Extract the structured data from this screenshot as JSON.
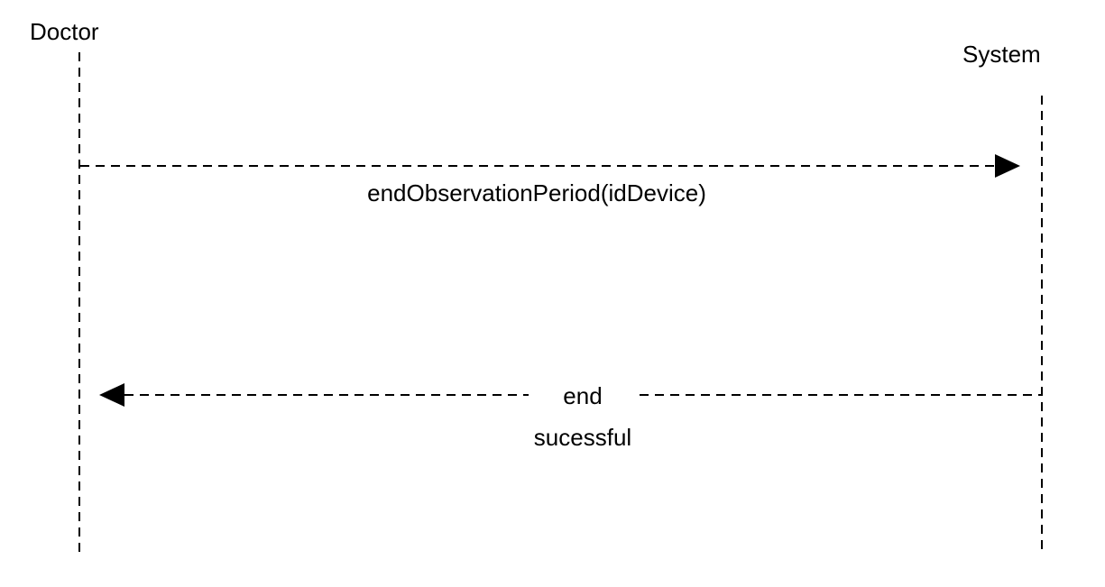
{
  "actors": {
    "doctor": {
      "label": "Doctor"
    },
    "system": {
      "label": "System"
    }
  },
  "messages": [
    {
      "from": "Doctor",
      "to": "System",
      "style": "dashed",
      "lines": [
        "endObservationPeriod(idDevice)"
      ]
    },
    {
      "from": "System",
      "to": "Doctor",
      "style": "dashed",
      "lines": [
        "end",
        "sucessful"
      ]
    }
  ],
  "colors": {
    "line": "#000000",
    "background": "#ffffff"
  }
}
